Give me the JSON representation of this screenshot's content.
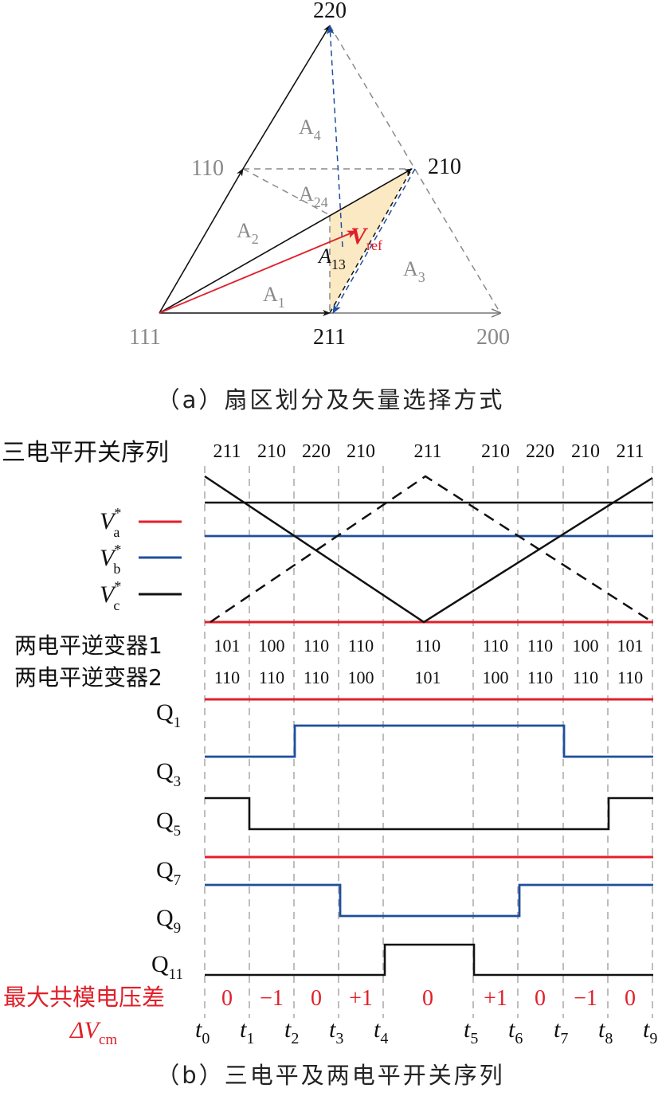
{
  "figure_a": {
    "caption": "（a）扇区划分及矢量选择方式",
    "vertices": {
      "v111": "111",
      "v211": "211",
      "v200": "200",
      "v110": "110",
      "v210": "210",
      "v220": "220"
    },
    "regions": {
      "A1": "A",
      "A1_sub": "1",
      "A2": "A",
      "A2_sub": "2",
      "A3": "A",
      "A3_sub": "3",
      "A4": "A",
      "A4_sub": "4",
      "A24": "A",
      "A24_sub": "24",
      "A13": "A",
      "A13_sub": "13"
    },
    "vref": {
      "main": "V",
      "sub": "ref"
    },
    "colors": {
      "ref_vector": "#e0202a",
      "dwell_path": "#1f4e9c",
      "shaded_region": "#fbe9c4",
      "grey": "#8a8a8a"
    }
  },
  "figure_b": {
    "caption": "（b）三电平及两电平开关序列",
    "three_level_label": "三电平开关序列",
    "three_level_sequence": [
      "211",
      "210",
      "220",
      "210",
      "211",
      "210",
      "220",
      "210",
      "211"
    ],
    "legend": [
      {
        "symbol": "V",
        "sub": "a",
        "sup": "*",
        "color": "#e0202a"
      },
      {
        "symbol": "V",
        "sub": "b",
        "sup": "*",
        "color": "#1f4e9c"
      },
      {
        "symbol": "V",
        "sub": "c",
        "sup": "*",
        "color": "#111111"
      }
    ],
    "inverter1_label": "两电平逆变器1",
    "inverter1_states": [
      "101",
      "100",
      "110",
      "110",
      "110",
      "110",
      "110",
      "100",
      "101"
    ],
    "inverter2_label": "两电平逆变器2",
    "inverter2_states": [
      "110",
      "110",
      "110",
      "100",
      "101",
      "100",
      "110",
      "110",
      "110"
    ],
    "signals": {
      "Q1": {
        "label": "Q",
        "sub": "1"
      },
      "Q3": {
        "label": "Q",
        "sub": "3"
      },
      "Q5": {
        "label": "Q",
        "sub": "5"
      },
      "Q7": {
        "label": "Q",
        "sub": "7"
      },
      "Q9": {
        "label": "Q",
        "sub": "9"
      },
      "Q11": {
        "label": "Q",
        "sub": "11"
      }
    },
    "cm_label": "最大共模电压差",
    "cm_symbol": {
      "delta": "ΔV",
      "sub": "cm"
    },
    "cm_values": [
      "0",
      "−1",
      "0",
      "+1",
      "0",
      "+1",
      "0",
      "−1",
      "0"
    ],
    "time_ticks": [
      {
        "t": "t",
        "sub": "0"
      },
      {
        "t": "t",
        "sub": "1"
      },
      {
        "t": "t",
        "sub": "2"
      },
      {
        "t": "t",
        "sub": "3"
      },
      {
        "t": "t",
        "sub": "4"
      },
      {
        "t": "t",
        "sub": "5"
      },
      {
        "t": "t",
        "sub": "6"
      },
      {
        "t": "t",
        "sub": "7"
      },
      {
        "t": "t",
        "sub": "8"
      },
      {
        "t": "t",
        "sub": "9"
      }
    ],
    "colors": {
      "red": "#e0202a",
      "blue": "#1f4e9c",
      "black": "#111111",
      "grid": "#9a9a9a",
      "cm_text": "#e0202a"
    }
  }
}
